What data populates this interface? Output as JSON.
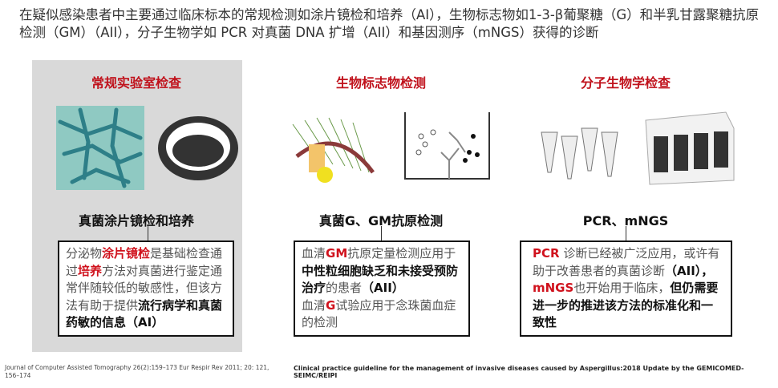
{
  "intro": "在疑似感染患者中主要通过临床标本的常规检测如涂片镜检和培养（AI），生物标志物如1-3-β葡聚糖（G）和半乳甘露聚糖抗原检测（GM）（AII），分子生物学如 PCR 对真菌 DNA 扩增（AII）和基因测序（mNGS）获得的诊断",
  "columns": [
    {
      "title": "常规实验室检查",
      "subtitle": "真菌涂片镜检和培养",
      "box": [
        {
          "t": "分泌物",
          "s": ""
        },
        {
          "t": "涂片镜检",
          "s": "r"
        },
        {
          "t": "是基础检查通过",
          "s": ""
        },
        {
          "t": "培养",
          "s": "r"
        },
        {
          "t": "方法对真菌进行鉴定通常伴随较低的敏感性，但该方法有助于提供",
          "s": ""
        },
        {
          "t": "流行病学和真菌药敏的信息（AI）",
          "s": "b"
        }
      ]
    },
    {
      "title": "生物标志物检测",
      "subtitle": "真菌G、GM抗原检测",
      "box": [
        {
          "t": "血清",
          "s": ""
        },
        {
          "t": "GM",
          "s": "r"
        },
        {
          "t": "抗原定量检测应用于",
          "s": ""
        },
        {
          "t": "中性粒细胞缺乏和未接受预防治疗",
          "s": "b"
        },
        {
          "t": "的患者",
          "s": ""
        },
        {
          "t": "（AII）",
          "s": "b"
        },
        {
          "t": "\n血清",
          "s": ""
        },
        {
          "t": "G",
          "s": "r"
        },
        {
          "t": "试验应用于念珠菌血症的检测",
          "s": ""
        }
      ]
    },
    {
      "title": "分子生物学检查",
      "subtitle": "PCR、mNGS",
      "box": [
        {
          "t": "PCR",
          "s": "r"
        },
        {
          "t": " 诊断已经被广泛应用，或许有助于改善患者的真菌诊断",
          "s": ""
        },
        {
          "t": "（AII），",
          "s": "b"
        },
        {
          "t": "mNGS",
          "s": "r"
        },
        {
          "t": "也开始用于临床，",
          "s": ""
        },
        {
          "t": "但仍需要进一步的推进该方法的标准化和一致性",
          "s": "b"
        }
      ]
    }
  ],
  "references": {
    "left": "Journal of Computer Assisted Tomography 26(2):159–173  Eur Respir Rev 2011; 20: 121, 156–174",
    "right": "Clinical practice guideline for the management of invasive diseases caused by Aspergillus:2018 Update by the GEMICOMED-SEIMC/REIPI"
  },
  "colors": {
    "accent": "#c0111b",
    "panel": "#d9d9d9"
  }
}
